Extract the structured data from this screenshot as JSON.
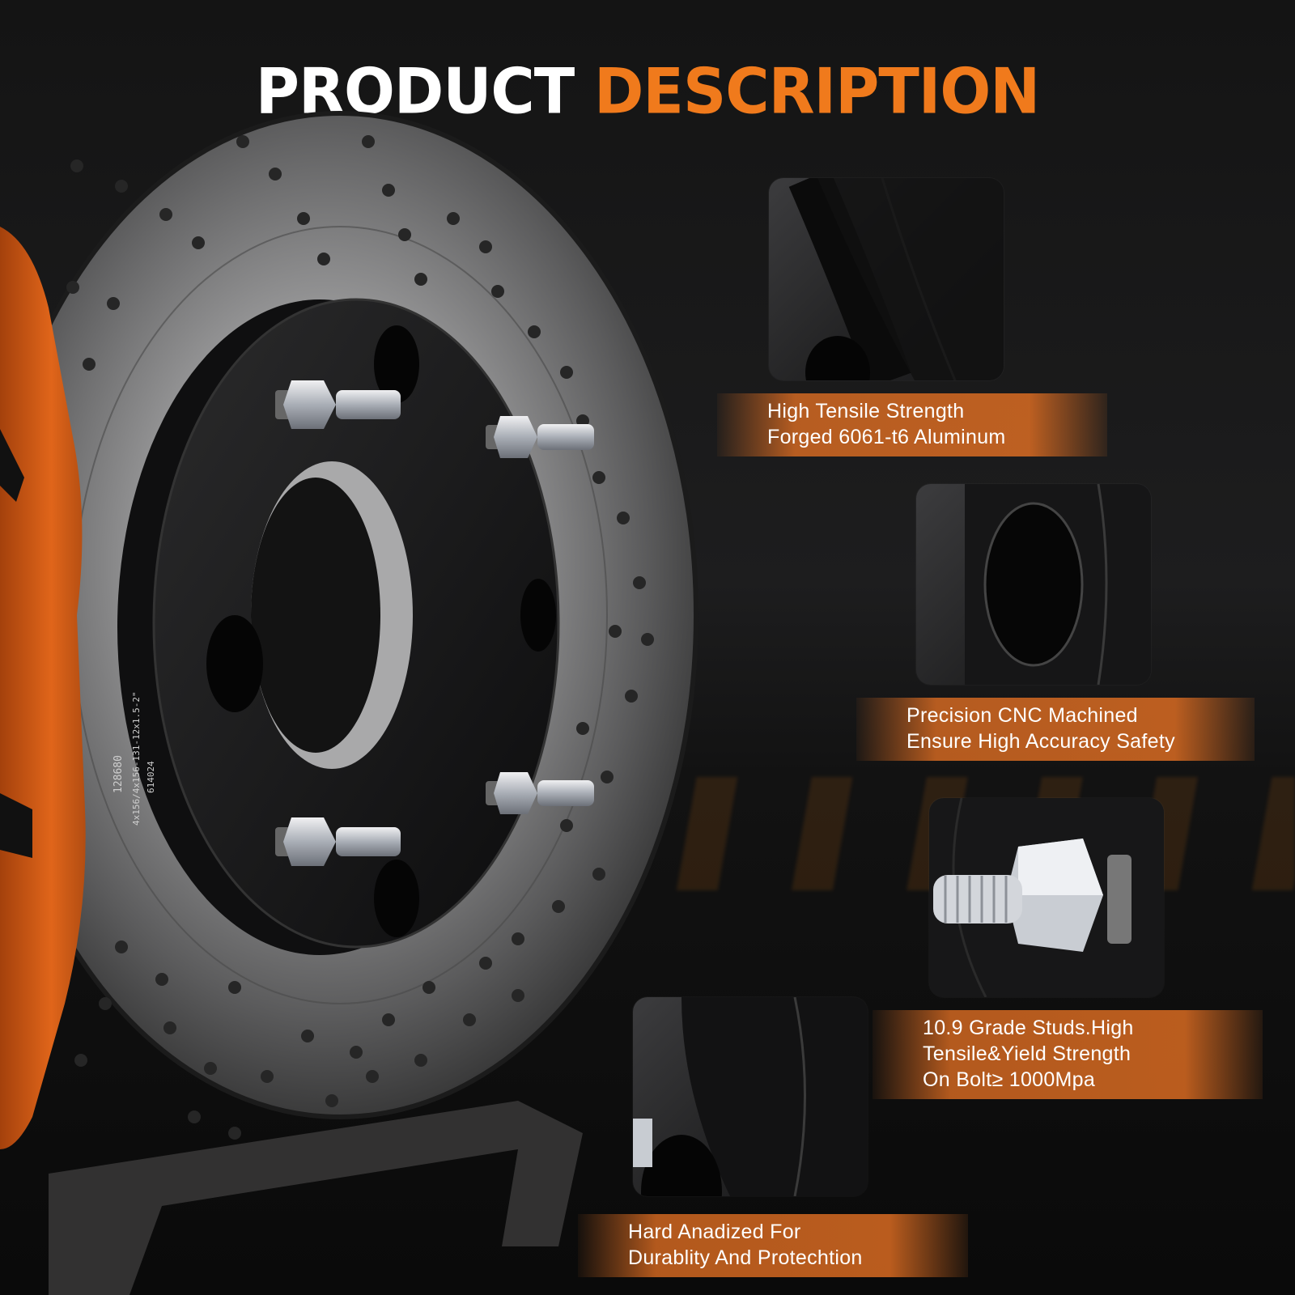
{
  "title": {
    "part1": "PRODUCT",
    "part2": "DESCRIPTION"
  },
  "spacer_marking": {
    "line1": "128680",
    "line2": "4x156/4x156-131-12x1.5-2\"",
    "line3": "614024"
  },
  "features": [
    {
      "line1": "High Tensile Strength",
      "line2": "Forged 6061-t6 Aluminum"
    },
    {
      "line1": "Precision CNC Machined",
      "line2": "Ensure High Accuracy Safety"
    },
    {
      "line1": "10.9 Grade Studs.High",
      "line2": "Tensile&Yield Strength",
      "line3": "On Bolt≥ 1000Mpa"
    },
    {
      "line1": "Hard Anadized For",
      "line2": "Durablity And Protechtion"
    }
  ],
  "colors": {
    "accent": "#f07a1c",
    "caliper": "#e0651a",
    "spacer": "#151516"
  }
}
